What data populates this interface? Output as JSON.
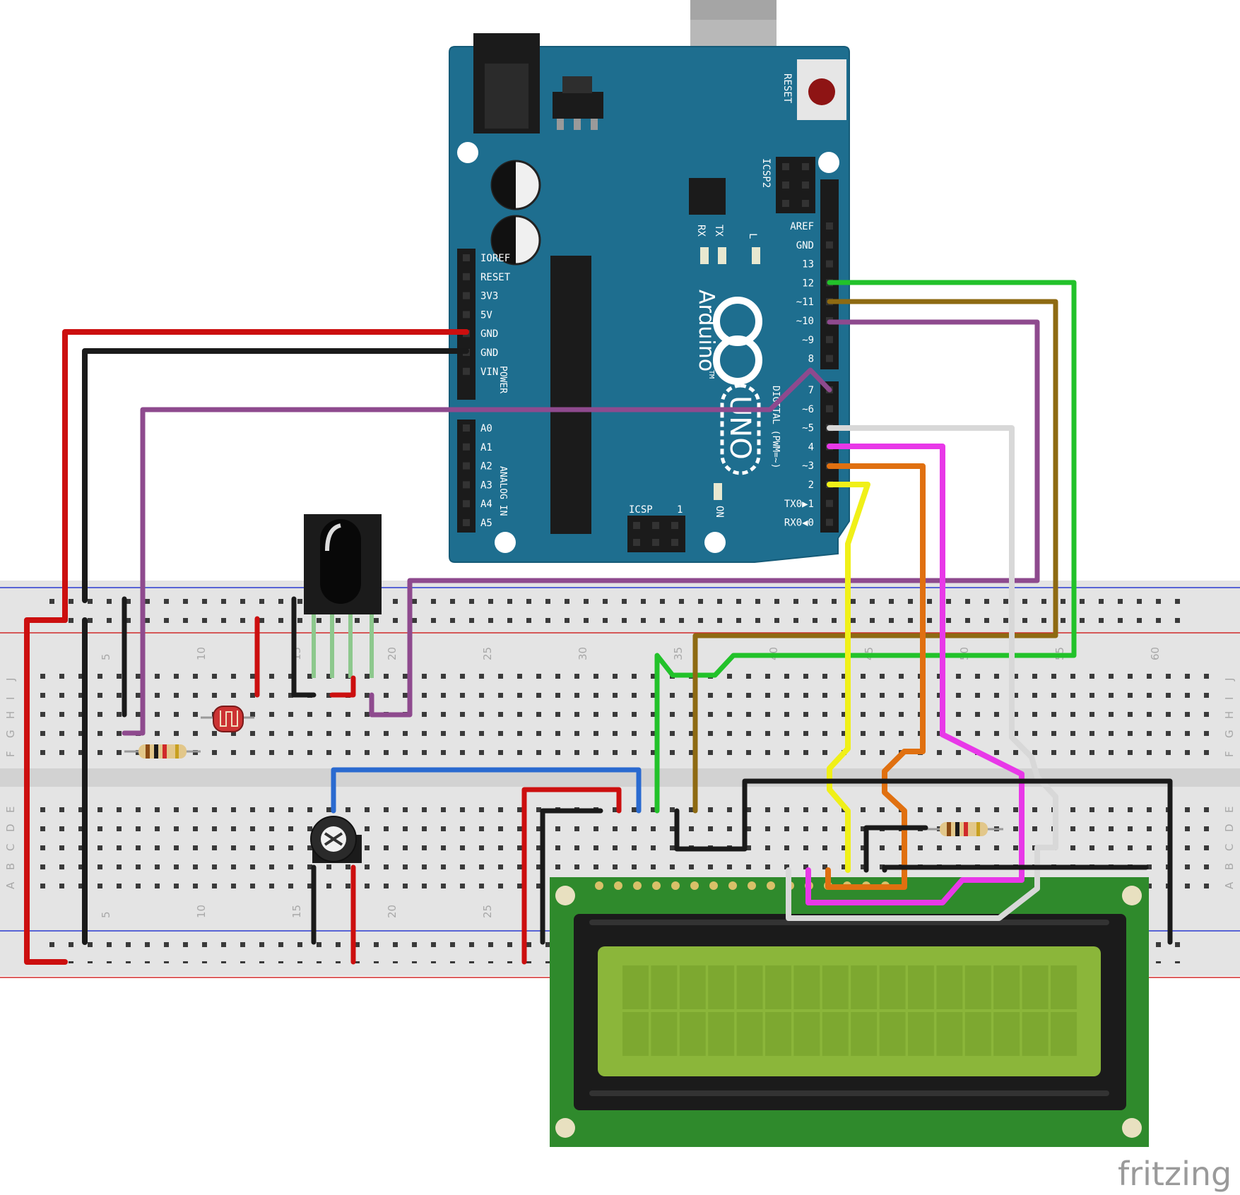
{
  "colors": {
    "board": "#1e6e8f",
    "board_edge": "#155b78",
    "breadboard": "#e4e4e4",
    "lcd_pcb": "#2f8a2c",
    "lcd_screen": "#8bb63a",
    "wire_red": "#cc0f0f",
    "wire_black": "#1a1a1a",
    "wire_purple": "#8e4a8e",
    "wire_green": "#22c22a",
    "wire_brown": "#8e6a12",
    "wire_white": "#e8e8e8",
    "wire_pink": "#e838e8",
    "wire_orange": "#e07010",
    "wire_yellow": "#f0f018",
    "wire_blue": "#2a6ad0"
  },
  "arduino": {
    "reset_label": "RESET",
    "icsp2_label": "ICSP2",
    "icsp_label": "ICSP",
    "icsp_pin1": "1",
    "rx_label": "RX",
    "tx_label": "TX",
    "l_label": "L",
    "on_label": "ON",
    "brand": "Arduino",
    "tm": "TM",
    "model": "UNO",
    "digital_label": "DIGITAL (PWM=~)",
    "power_label": "POWER",
    "analog_label": "ANALOG IN",
    "power_pins": [
      "IOREF",
      "RESET",
      "3V3",
      "5V",
      "GND",
      "GND",
      "VIN"
    ],
    "analog_pins": [
      "A0",
      "A1",
      "A2",
      "A3",
      "A4",
      "A5"
    ],
    "digital_top_pins": [
      "AREF",
      "GND",
      "13",
      "12",
      "~11",
      "~10",
      "~9",
      "8"
    ],
    "digital_bottom_pins": [
      "7",
      "~6",
      "~5",
      "4",
      "~3",
      "2",
      "TX0▶1",
      "RX0◀0"
    ]
  },
  "breadboard": {
    "column_numbers_top": [
      "5",
      "10",
      "15",
      "20",
      "25",
      "30",
      "35",
      "40",
      "45",
      "50",
      "55",
      "60"
    ],
    "column_numbers_bottom": [
      "5",
      "10",
      "15",
      "20",
      "25"
    ],
    "row_letters_top": [
      "J",
      "I",
      "H",
      "G",
      "F"
    ],
    "row_letters_bottom": [
      "E",
      "D",
      "C",
      "B",
      "A"
    ]
  },
  "watermark": "fritzing"
}
